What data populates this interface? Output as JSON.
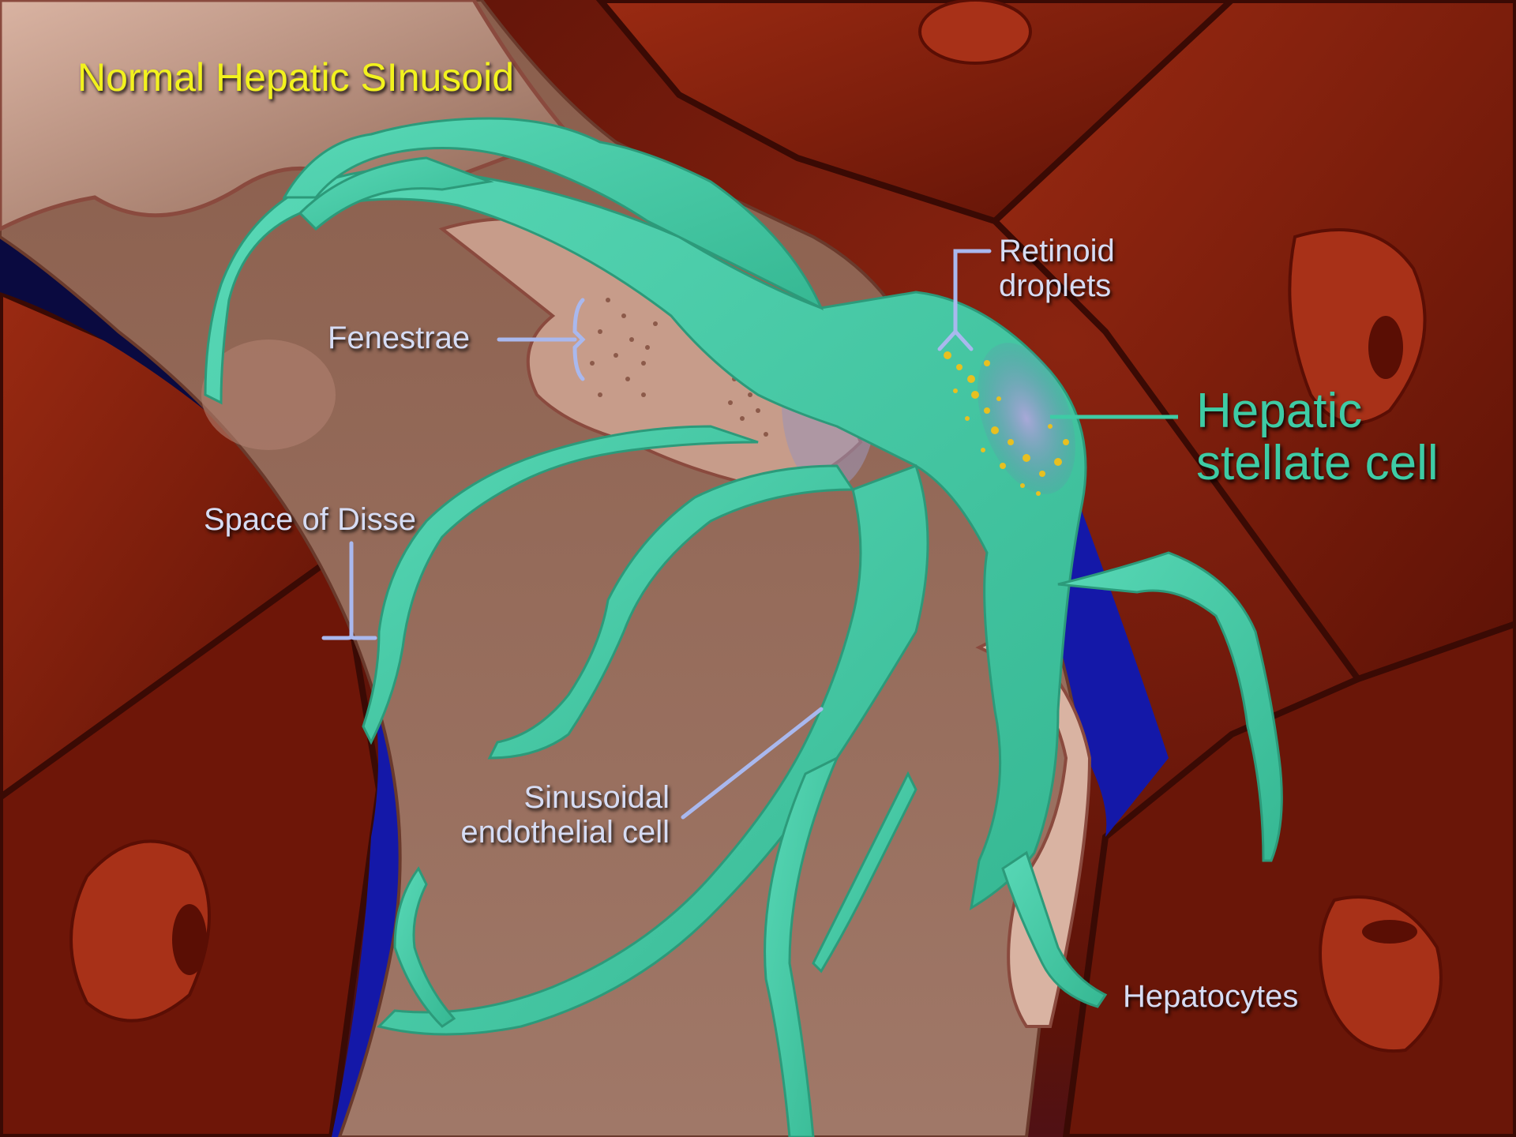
{
  "title": "Normal Hepatic SInusoid",
  "labels": {
    "fenestrae": "Fenestrae",
    "retinoid_line1": "Retinoid",
    "retinoid_line2": "droplets",
    "hsc_line1": "Hepatic",
    "hsc_line2": "stellate cell",
    "disse": "Space of Disse",
    "sec_line1": "Sinusoidal",
    "sec_line2": "endothelial cell",
    "hepatocytes": "Hepatocytes"
  },
  "colors": {
    "title": "#f2f21e",
    "label": "#d6dcf4",
    "stellate_cell": "#45cda9",
    "hepatocyte": "#7d1a0e",
    "endothelium": "#a8806e",
    "space_of_disse": "#1418a8",
    "retinoid_droplets": "#e8c020"
  }
}
